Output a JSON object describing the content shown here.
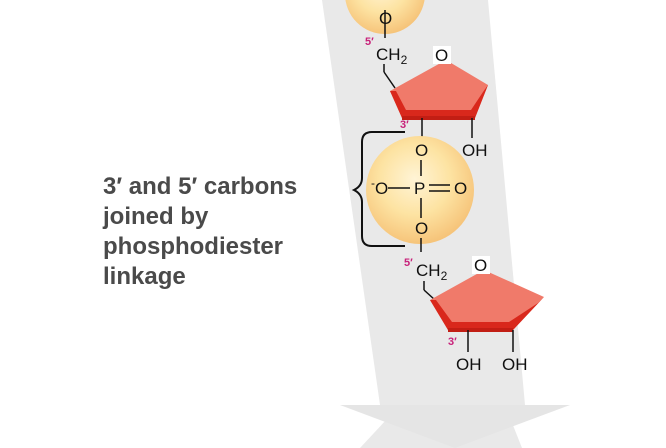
{
  "caption": {
    "line1": "3′ and 5′ carbons",
    "line2": "joined by",
    "line3": "phosphodiester",
    "line4": "linkage"
  },
  "labels": {
    "oxygen": "O",
    "ch2": "CH",
    "ch2_sub": "2",
    "oh": "OH",
    "phosphorus": "P",
    "o_minus": "O",
    "minus": "-",
    "five_prime": "5′",
    "three_prime": "3′"
  },
  "colors": {
    "arrow": "#e9e9e9",
    "sugar_top": "#f07a6a",
    "sugar_bottom": "#d9281c",
    "phosphate": "#fbd98a",
    "prime_label": "#c8227a",
    "caption": "#4a4a4a"
  }
}
